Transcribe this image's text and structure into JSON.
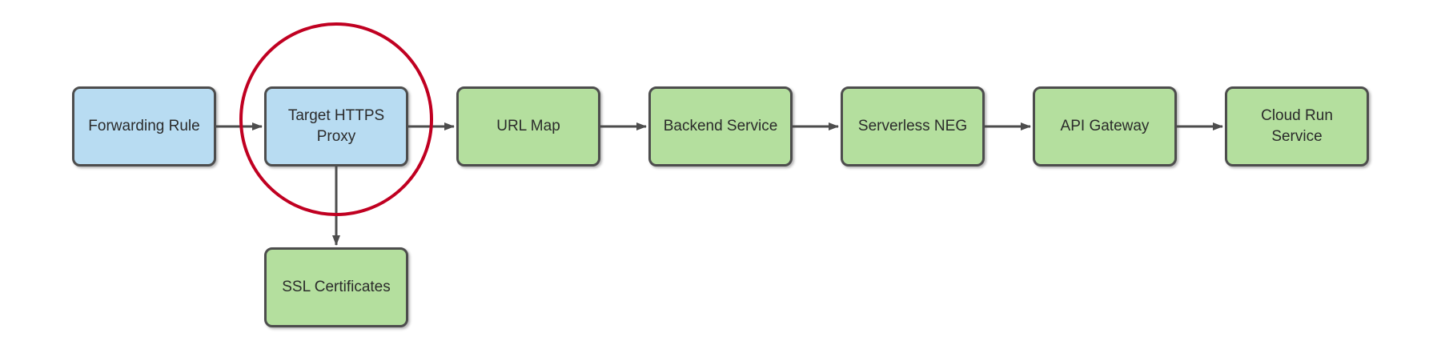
{
  "diagram": {
    "nodes": [
      {
        "id": "forwarding-rule",
        "label": "Forwarding Rule",
        "fill": "blue"
      },
      {
        "id": "target-https-proxy",
        "label": "Target HTTPS Proxy",
        "fill": "blue"
      },
      {
        "id": "url-map",
        "label": "URL Map",
        "fill": "green"
      },
      {
        "id": "backend-service",
        "label": "Backend Service",
        "fill": "green"
      },
      {
        "id": "serverless-neg",
        "label": "Serverless NEG",
        "fill": "green"
      },
      {
        "id": "api-gateway",
        "label": "API Gateway",
        "fill": "green"
      },
      {
        "id": "cloud-run-service",
        "label": "Cloud Run Service",
        "fill": "green"
      },
      {
        "id": "ssl-certificates",
        "label": "SSL Certificates",
        "fill": "green"
      }
    ],
    "edges": [
      {
        "from": "forwarding-rule",
        "to": "target-https-proxy",
        "direction": "right"
      },
      {
        "from": "target-https-proxy",
        "to": "url-map",
        "direction": "right"
      },
      {
        "from": "url-map",
        "to": "backend-service",
        "direction": "right"
      },
      {
        "from": "backend-service",
        "to": "serverless-neg",
        "direction": "right"
      },
      {
        "from": "serverless-neg",
        "to": "api-gateway",
        "direction": "right"
      },
      {
        "from": "api-gateway",
        "to": "cloud-run-service",
        "direction": "right"
      },
      {
        "from": "target-https-proxy",
        "to": "ssl-certificates",
        "direction": "down"
      }
    ],
    "annotation": {
      "type": "circle",
      "around": "target-https-proxy"
    },
    "colors": {
      "node_fill_blue": "#b8dcf2",
      "node_fill_green": "#b4df9e",
      "node_border": "#4d4d4d",
      "arrow": "#4d4d4d",
      "highlight_circle": "#c00021",
      "text": "#2b2b2b",
      "background": "#ffffff"
    }
  }
}
